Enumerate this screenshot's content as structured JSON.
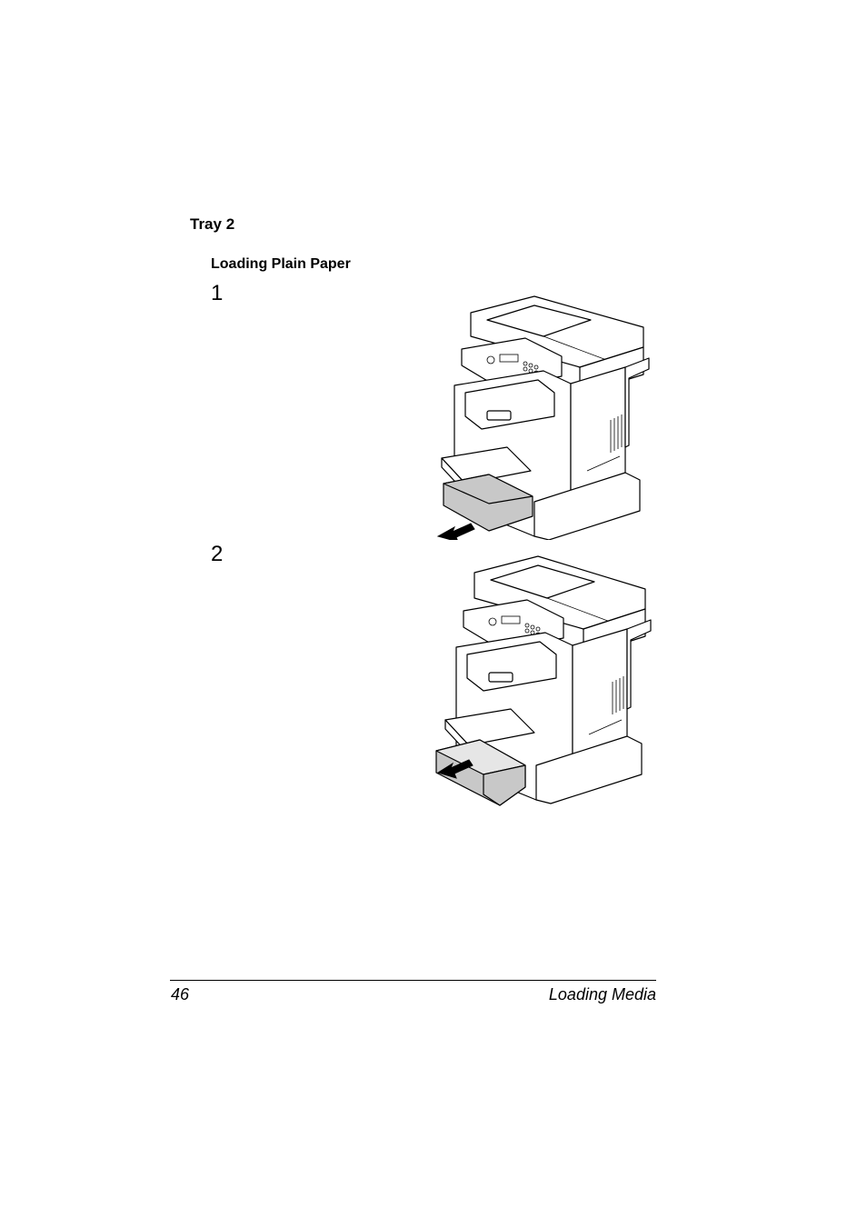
{
  "section": {
    "heading": "Tray 2"
  },
  "procedure": {
    "title": "Loading Plain Paper",
    "steps": [
      {
        "number": "1",
        "illustration": "printer-tray2-pull-out"
      },
      {
        "number": "2",
        "illustration": "printer-tray2-remove"
      }
    ]
  },
  "footer": {
    "page_number": "46",
    "chapter_title": "Loading Media"
  }
}
